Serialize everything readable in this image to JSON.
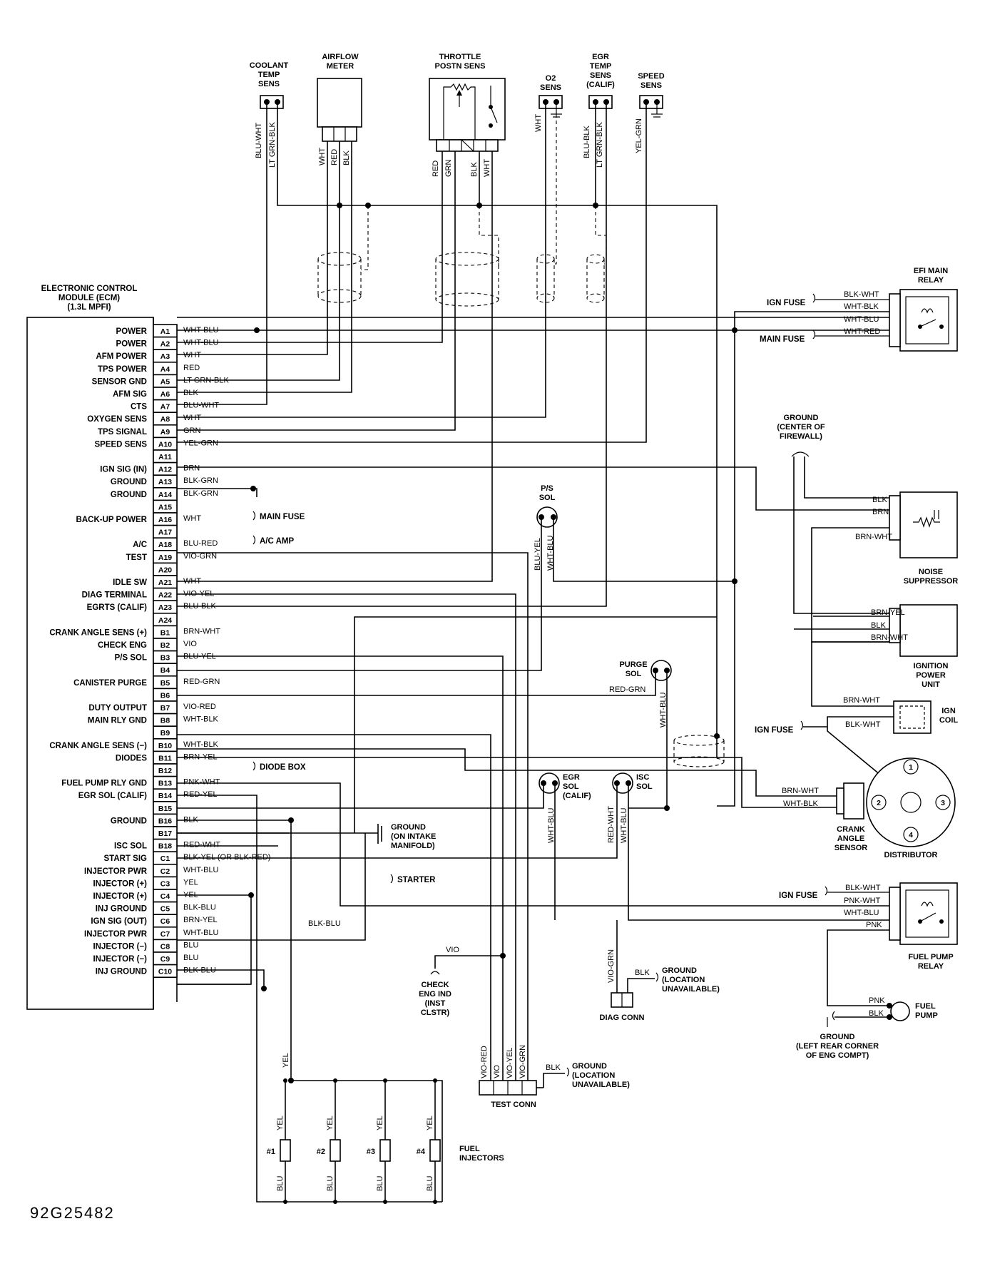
{
  "diagram_code": "92G25482",
  "ecm": {
    "title": [
      "ELECTRONIC CONTROL",
      "MODULE (ECM)",
      "(1.3L MPFI)"
    ],
    "pins": [
      {
        "pin": "A1",
        "label": "POWER",
        "wire": "WHT-BLU"
      },
      {
        "pin": "A2",
        "label": "POWER",
        "wire": "WHT-BLU"
      },
      {
        "pin": "A3",
        "label": "AFM POWER",
        "wire": "WHT"
      },
      {
        "pin": "A4",
        "label": "TPS POWER",
        "wire": "RED"
      },
      {
        "pin": "A5",
        "label": "SENSOR GND",
        "wire": "LT GRN-BLK"
      },
      {
        "pin": "A6",
        "label": "AFM SIG",
        "wire": "BLK"
      },
      {
        "pin": "A7",
        "label": "CTS",
        "wire": "BLU-WHT"
      },
      {
        "pin": "A8",
        "label": "OXYGEN SENS",
        "wire": "WHT"
      },
      {
        "pin": "A9",
        "label": "TPS SIGNAL",
        "wire": "GRN"
      },
      {
        "pin": "A10",
        "label": "SPEED SENS",
        "wire": "YEL-GRN"
      },
      {
        "pin": "A11",
        "label": "",
        "wire": ""
      },
      {
        "pin": "A12",
        "label": "IGN SIG (IN)",
        "wire": "BRN"
      },
      {
        "pin": "A13",
        "label": "GROUND",
        "wire": "BLK-GRN"
      },
      {
        "pin": "A14",
        "label": "GROUND",
        "wire": "BLK-GRN"
      },
      {
        "pin": "A15",
        "label": "",
        "wire": ""
      },
      {
        "pin": "A16",
        "label": "BACK-UP POWER",
        "wire": "WHT"
      },
      {
        "pin": "A17",
        "label": "",
        "wire": ""
      },
      {
        "pin": "A18",
        "label": "A/C",
        "wire": "BLU-RED"
      },
      {
        "pin": "A19",
        "label": "TEST",
        "wire": "VIO-GRN"
      },
      {
        "pin": "A20",
        "label": "",
        "wire": ""
      },
      {
        "pin": "A21",
        "label": "IDLE SW",
        "wire": "WHT"
      },
      {
        "pin": "A22",
        "label": "DIAG TERMINAL",
        "wire": "VIO-YEL"
      },
      {
        "pin": "A23",
        "label": "EGRTS (CALIF)",
        "wire": "BLU-BLK"
      },
      {
        "pin": "A24",
        "label": "",
        "wire": ""
      },
      {
        "pin": "B1",
        "label": "CRANK ANGLE SENS (+)",
        "wire": "BRN-WHT"
      },
      {
        "pin": "B2",
        "label": "CHECK ENG",
        "wire": "VIO"
      },
      {
        "pin": "B3",
        "label": "P/S SOL",
        "wire": "BLU-YEL"
      },
      {
        "pin": "B4",
        "label": "",
        "wire": ""
      },
      {
        "pin": "B5",
        "label": "CANISTER PURGE",
        "wire": "RED-GRN"
      },
      {
        "pin": "B6",
        "label": "",
        "wire": ""
      },
      {
        "pin": "B7",
        "label": "DUTY OUTPUT",
        "wire": "VIO-RED"
      },
      {
        "pin": "B8",
        "label": "MAIN RLY GND",
        "wire": "WHT-BLK"
      },
      {
        "pin": "B9",
        "label": "",
        "wire": ""
      },
      {
        "pin": "B10",
        "label": "CRANK ANGLE SENS (−)",
        "wire": "WHT-BLK"
      },
      {
        "pin": "B11",
        "label": "DIODES",
        "wire": "BRN-YEL"
      },
      {
        "pin": "B12",
        "label": "",
        "wire": ""
      },
      {
        "pin": "B13",
        "label": "FUEL PUMP RLY GND",
        "wire": "PNK-WHT"
      },
      {
        "pin": "B14",
        "label": "EGR SOL (CALIF)",
        "wire": "RED-YEL"
      },
      {
        "pin": "B15",
        "label": "",
        "wire": ""
      },
      {
        "pin": "B16",
        "label": "GROUND",
        "wire": "BLK"
      },
      {
        "pin": "B17",
        "label": "",
        "wire": ""
      },
      {
        "pin": "B18",
        "label": "ISC SOL",
        "wire": "RED-WHT"
      },
      {
        "pin": "C1",
        "label": "START SIG",
        "wire": "BLK-YEL (OR BLK-RED)"
      },
      {
        "pin": "C2",
        "label": "INJECTOR PWR",
        "wire": "WHT-BLU"
      },
      {
        "pin": "C3",
        "label": "INJECTOR (+)",
        "wire": "YEL"
      },
      {
        "pin": "C4",
        "label": "INJECTOR (+)",
        "wire": "YEL"
      },
      {
        "pin": "C5",
        "label": "INJ GROUND",
        "wire": "BLK-BLU"
      },
      {
        "pin": "C6",
        "label": "IGN SIG (OUT)",
        "wire": "BRN-YEL"
      },
      {
        "pin": "C7",
        "label": "INJECTOR PWR",
        "wire": "WHT-BLU"
      },
      {
        "pin": "C8",
        "label": "INJECTOR (−)",
        "wire": "BLU"
      },
      {
        "pin": "C9",
        "label": "INJECTOR (−)",
        "wire": "BLU"
      },
      {
        "pin": "C10",
        "label": "INJ GROUND",
        "wire": "BLK-BLU"
      }
    ]
  },
  "pin_side_refs": {
    "main_fuse": "MAIN FUSE",
    "ac_amp": "A/C AMP",
    "diode_box": "DIODE BOX",
    "starter": "STARTER",
    "blk_blu": "BLK-BLU"
  },
  "sensors": {
    "coolant": {
      "name": [
        "COOLANT",
        "TEMP",
        "SENS"
      ],
      "wires": [
        "BLU-WHT",
        "LT GRN-BLK"
      ]
    },
    "airflow": {
      "name": [
        "AIRFLOW",
        "METER"
      ],
      "wires": [
        "WHT",
        "RED",
        "BLK"
      ]
    },
    "throttle": {
      "name": [
        "THROTTLE",
        "POSTN SENS"
      ],
      "wires": [
        "RED",
        "GRN",
        "BLK",
        "WHT"
      ]
    },
    "o2": {
      "name": [
        "O2",
        "SENS"
      ],
      "wires": [
        "WHT"
      ]
    },
    "egr_temp": {
      "name": [
        "EGR",
        "TEMP",
        "SENS",
        "(CALIF)"
      ],
      "wires": [
        "BLU-BLK",
        "LT GRN-BLK"
      ]
    },
    "speed": {
      "name": [
        "SPEED",
        "SENS"
      ],
      "wires": [
        "YEL-GRN"
      ]
    }
  },
  "efi_relay": {
    "name": [
      "EFI MAIN",
      "RELAY"
    ],
    "ign_fuse": "IGN FUSE",
    "main_fuse": "MAIN FUSE",
    "wires": [
      "BLK-WHT",
      "WHT-BLK",
      "WHT-BLU",
      "WHT-RED"
    ]
  },
  "ground_firewall": [
    "GROUND",
    "(CENTER OF",
    "FIREWALL)"
  ],
  "noise_suppressor": {
    "name": [
      "NOISE",
      "SUPPRESSOR"
    ],
    "wires": [
      "BLK",
      "BRN",
      "BRN-WHT"
    ]
  },
  "ps_sol": {
    "name": [
      "P/S",
      "SOL"
    ],
    "wires": [
      "BLU-YEL",
      "WHT-BLU"
    ]
  },
  "ignition_power_unit": {
    "name": [
      "IGNITION",
      "POWER",
      "UNIT"
    ],
    "wires": [
      "BRN-YEL",
      "BLK",
      "BRN-WHT"
    ]
  },
  "purge_sol": {
    "name": [
      "PURGE",
      "SOL"
    ],
    "wires": [
      "RED-GRN",
      "WHT-BLU"
    ]
  },
  "ign_coil": {
    "name": [
      "IGN",
      "COIL"
    ],
    "ign_fuse": "IGN FUSE",
    "wires": [
      "BRN-WHT",
      "BLK-WHT"
    ]
  },
  "egr_sol": {
    "name": [
      "EGR",
      "SOL",
      "(CALIF)"
    ],
    "wires": [
      "WHT-BLU"
    ]
  },
  "isc_sol": {
    "name": [
      "ISC",
      "SOL"
    ],
    "wires": [
      "RED-WHT",
      "WHT-BLU"
    ]
  },
  "distributor": {
    "name": "DISTRIBUTOR",
    "terminals": [
      "1",
      "2",
      "3",
      "4"
    ]
  },
  "crank_angle": {
    "name": [
      "CRANK",
      "ANGLE",
      "SENSOR"
    ],
    "wires": [
      "BRN-WHT",
      "WHT-BLK"
    ]
  },
  "ground_intake": [
    "GROUND",
    "(ON INTAKE",
    "MANIFOLD)"
  ],
  "fuel_pump_relay": {
    "name": [
      "FUEL PUMP",
      "RELAY"
    ],
    "ign_fuse": "IGN FUSE",
    "wires": [
      "BLK-WHT",
      "PNK-WHT",
      "WHT-BLU",
      "PNK"
    ]
  },
  "fuel_pump": {
    "name": [
      "FUEL",
      "PUMP"
    ],
    "wires": [
      "PNK",
      "BLK"
    ]
  },
  "ground_rear": [
    "GROUND",
    "(LEFT REAR CORNER",
    "OF ENG COMPT)"
  ],
  "check_eng": {
    "name": [
      "CHECK",
      "ENG IND",
      "(INST",
      "CLSTR)"
    ],
    "wire": "VIO"
  },
  "diag_conn": {
    "name": "DIAG CONN",
    "wire": "VIO-GRN",
    "gnd_wire": "BLK",
    "ground": [
      "GROUND",
      "(LOCATION",
      "UNAVAILABLE)"
    ]
  },
  "test_conn": {
    "name": "TEST CONN",
    "wires": [
      "VIO-RED",
      "VIO",
      "VIO-YEL",
      "VIO-GRN"
    ],
    "gnd_wire": "BLK",
    "ground": [
      "GROUND",
      "(LOCATION",
      "UNAVAILABLE)"
    ]
  },
  "injectors": {
    "name": [
      "FUEL",
      "INJECTORS"
    ],
    "ids": [
      "#1",
      "#2",
      "#3",
      "#4"
    ],
    "top_wire": "YEL",
    "bottom_wire": "BLU"
  }
}
